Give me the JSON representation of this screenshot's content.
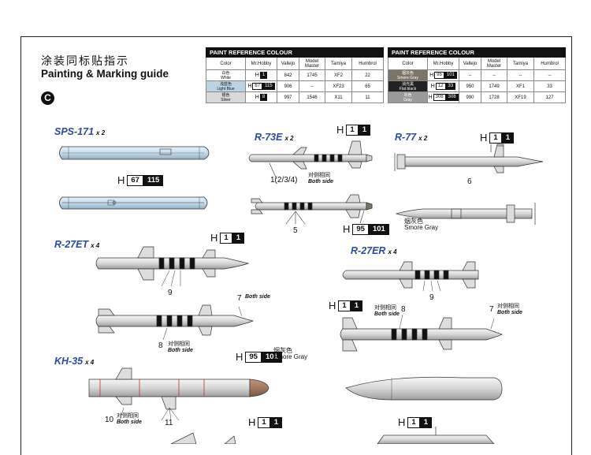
{
  "header": {
    "title_cn": "涂装同标贴指示",
    "title_en": "Painting & Marking guide",
    "section": "C"
  },
  "tables": [
    {
      "caption": "PAINT  REFERENCE COLOUR",
      "columns": [
        "Color",
        "Mr.Hobby",
        "Vallejo",
        "Model Master",
        "Tamiya",
        "Humbrol"
      ],
      "rows": [
        {
          "cn": "白色",
          "en": "White",
          "swatch": "#ffffff",
          "code": "1",
          "dark": true,
          "vallejo": "842",
          "mm": "1745",
          "tamiya": "XF2",
          "humbrol": "22"
        },
        {
          "cn": "浅蓝色",
          "en": "Light Blue",
          "swatch": "#bcd3e4",
          "code": "67",
          "code2": "115",
          "dark": false,
          "vallejo": "906",
          "mm": "--",
          "tamiya": "XF23",
          "humbrol": "65"
        },
        {
          "cn": "银色",
          "en": "Silver",
          "swatch": "#d9d9d9",
          "code": "8",
          "dark": true,
          "vallejo": "997",
          "mm": "1546",
          "tamiya": "X11",
          "humbrol": "11"
        }
      ]
    },
    {
      "caption": "PAINT  REFERENCE COLOUR",
      "columns": [
        "Color",
        "Mr.Hobby",
        "Vallejo",
        "Model Master",
        "Tamiya",
        "Humbrol"
      ],
      "rows": [
        {
          "cn": "烟灰色",
          "en": "Smore Gray",
          "swatch": "#7d7468",
          "code": "95",
          "code2": "101",
          "dark": false,
          "vallejo": "--",
          "mm": "--",
          "tamiya": "--",
          "humbrol": "--"
        },
        {
          "cn": "消光黑",
          "en": "Flat black",
          "swatch": "#222222",
          "code": "12",
          "code2": "33",
          "dark": false,
          "vallejo": "950",
          "mm": "1749",
          "tamiya": "XF1",
          "humbrol": "33"
        },
        {
          "cn": "灰色",
          "en": "Gray",
          "swatch": "#9a9a9a",
          "code": "308",
          "code2": "308",
          "dark": false,
          "vallejo": "990",
          "mm": "1728",
          "tamiya": "XF19",
          "humbrol": "127"
        }
      ]
    }
  ],
  "missiles": {
    "sps171": {
      "name": "SPS-171",
      "qty": "x 2",
      "h_code": "67",
      "h_code2": "115"
    },
    "r73e": {
      "name": "R-73E",
      "qty": "x 2",
      "h_code": "1",
      "h_code2": "1",
      "c1": "1(2/3/4)",
      "c1_cn": "对侧相同",
      "c1_en": "Both side",
      "c2": "5",
      "smoke_code": "95",
      "smoke_code2": "101",
      "smoke_cn": "烟灰色",
      "smoke_en": "Smore Gray"
    },
    "r77": {
      "name": "R-77",
      "qty": "x 2",
      "h_code": "1",
      "h_code2": "1",
      "c1": "6"
    },
    "r27et": {
      "name": "R-27ET",
      "qty": "x 4",
      "h_code": "1",
      "h_code2": "1",
      "c1": "9",
      "c2": "7",
      "c2_en": "Both side",
      "c3": "8",
      "c3_cn": "对侧相同",
      "c3_en": "Both side"
    },
    "r27er": {
      "name": "R-27ER",
      "qty": "x 4",
      "h_code": "1",
      "h_code2": "1",
      "c1": "9",
      "c2": "8",
      "c2_cn": "对侧相同",
      "c2_en": "Both side",
      "c3": "7",
      "c3_cn": "对侧相同",
      "c3_en": "Both side"
    },
    "kh35": {
      "name": "KH-35",
      "qty": "x 4",
      "h_code": "95",
      "h_code2": "101",
      "smoke_cn": "烟灰色",
      "smoke_en": "Smore Gray",
      "c1": "10",
      "c1_cn": "对侧相同",
      "c1_en": "Both side",
      "c2": "11",
      "h2_code": "1",
      "h2_code2": "1"
    },
    "pod": {
      "h_code": "1",
      "h_code2": "1"
    }
  }
}
